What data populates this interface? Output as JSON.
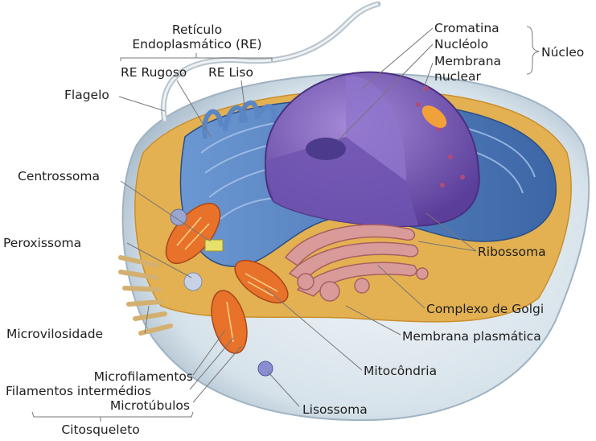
{
  "title": "Célula animal",
  "labels": {
    "reticulo": "Retículo",
    "endoplasmatico": "Endoplasmático (RE)",
    "re_rugoso": "RE Rugoso",
    "re_liso": "RE Liso",
    "flagelo": "Flagelo",
    "centrossoma": "Centrossoma",
    "peroxissoma": "Peroxissoma",
    "microvilosidade": "Microvilosidade",
    "microfilamentos": "Microfilamentos",
    "filamentos_intermedios": "Filamentos intermédios",
    "microtubulos": "Microtúbulos",
    "citosqueleto": "Citosqueleto",
    "lisossoma": "Lisossoma",
    "mitocondria": "Mitocôndria",
    "membrana_plasmatica": "Membrana plasmática",
    "complexo_golgi": "Complexo de Golgi",
    "ribossoma": "Ribossoma",
    "cromatina": "Cromatina",
    "nucleolo": "Nucléolo",
    "membrana": "Membrana",
    "nuclear": "nuclear",
    "nucleo": "Núcleo"
  },
  "colors": {
    "membrane": "#dfe8ee",
    "cytoplasm": "#e8b24a",
    "er": "#4f7fc0",
    "nucleus": "#7a5bb8",
    "golgi": "#d99a9a",
    "mitochondria": "#e8722a"
  }
}
